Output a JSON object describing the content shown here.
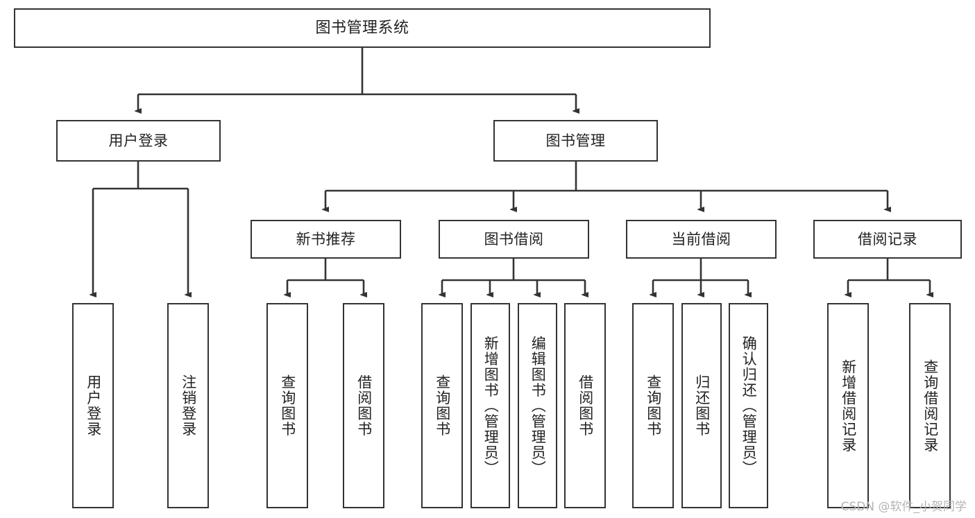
{
  "diagram": {
    "title": "图书管理系统",
    "type": "tree",
    "stroke_color": "#333333",
    "text_color": "#222222",
    "background": "#ffffff"
  },
  "nodes": {
    "root": {
      "label": "图书管理系统"
    },
    "level2": [
      {
        "label": "用户登录"
      },
      {
        "label": "图书管理"
      }
    ],
    "level3": [
      {
        "label": "新书推荐"
      },
      {
        "label": "图书借阅"
      },
      {
        "label": "当前借阅"
      },
      {
        "label": "借阅记录"
      }
    ],
    "leaves": {
      "user_login": [
        {
          "label": "用户登录"
        },
        {
          "label": "注销登录"
        }
      ],
      "new_book_recommend": [
        {
          "label": "查询图书"
        },
        {
          "label": "借阅图书"
        }
      ],
      "book_borrow": [
        {
          "label": "查询图书"
        },
        {
          "label": "新增图书（管理员）"
        },
        {
          "label": "编辑图书（管理员）"
        },
        {
          "label": "借阅图书"
        }
      ],
      "current_borrow": [
        {
          "label": "查询图书"
        },
        {
          "label": "归还图书"
        },
        {
          "label": "确认归还（管理员）"
        }
      ],
      "borrow_record": [
        {
          "label": "新增借阅记录"
        },
        {
          "label": "查询借阅记录"
        }
      ]
    }
  },
  "watermark": {
    "text": "CSDN @软件_小贺同学"
  }
}
